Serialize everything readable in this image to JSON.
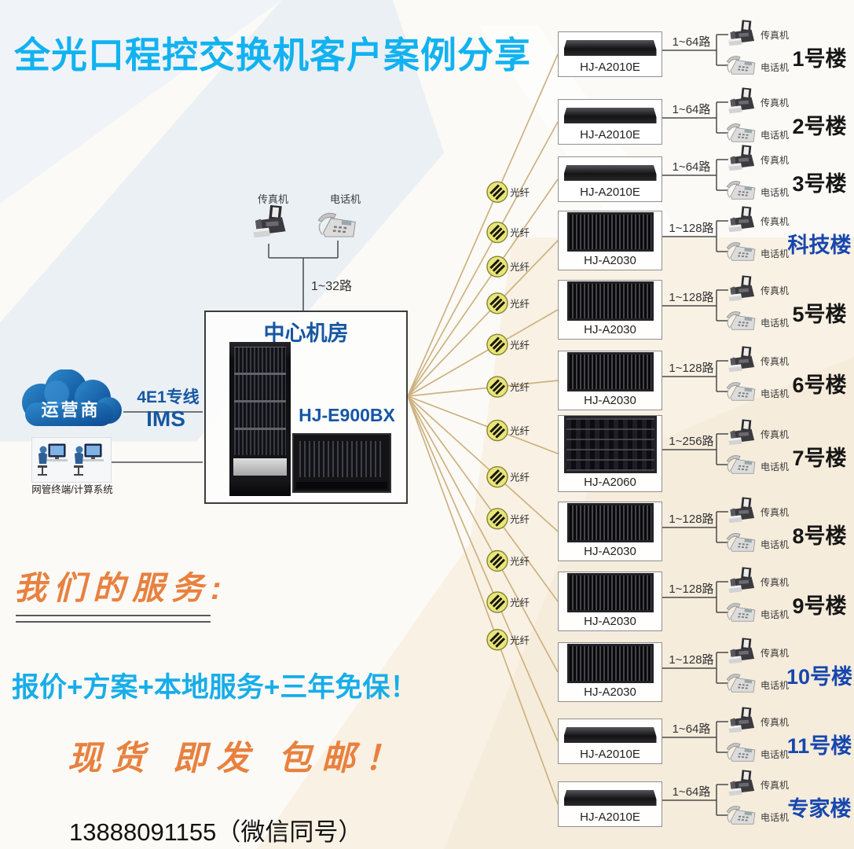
{
  "title": "全光口程控交换机客户案例分享",
  "left": {
    "cloud_label": "运营商",
    "line_label": "4E1专线",
    "ims_label": "IMS",
    "terminal_label": "网管终端/计算系统"
  },
  "center": {
    "fax_label": "传真机",
    "phone_label": "电话机",
    "capacity": "1~32路",
    "room_label": "中心机房",
    "model": "HJ-E900BX"
  },
  "fiber": {
    "label": "光纤"
  },
  "right_rows": [
    {
      "model": "HJ-A2010E",
      "capacity": "1~64路",
      "building": "1号楼",
      "fax_label": "传真机",
      "phone_label": "电话机"
    },
    {
      "model": "HJ-A2010E",
      "capacity": "1~64路",
      "building": "2号楼",
      "fax_label": "传真机",
      "phone_label": "电话机"
    },
    {
      "model": "HJ-A2010E",
      "capacity": "1~64路",
      "building": "3号楼",
      "fax_label": "传真机",
      "phone_label": "电话机"
    },
    {
      "model": "HJ-A2030",
      "capacity": "1~128路",
      "building": "科技楼",
      "fax_label": "传真机",
      "phone_label": "电话机"
    },
    {
      "model": "HJ-A2030",
      "capacity": "1~128路",
      "building": "5号楼",
      "fax_label": "传真机",
      "phone_label": "电话机"
    },
    {
      "model": "HJ-A2030",
      "capacity": "1~128路",
      "building": "6号楼",
      "fax_label": "传真机",
      "phone_label": "电话机"
    },
    {
      "model": "HJ-A2060",
      "capacity": "1~256路",
      "building": "7号楼",
      "fax_label": "传真机",
      "phone_label": "电话机"
    },
    {
      "model": "HJ-A2030",
      "capacity": "1~128路",
      "building": "8号楼",
      "fax_label": "传真机",
      "phone_label": "电话机"
    },
    {
      "model": "HJ-A2030",
      "capacity": "1~128路",
      "building": "9号楼",
      "fax_label": "传真机",
      "phone_label": "电话机"
    },
    {
      "model": "HJ-A2030",
      "capacity": "1~128路",
      "building": "10号楼",
      "fax_label": "传真机",
      "phone_label": "电话机"
    },
    {
      "model": "HJ-A2010E",
      "capacity": "1~64路",
      "building": "11号楼",
      "fax_label": "传真机",
      "phone_label": "电话机"
    },
    {
      "model": "HJ-A2010E",
      "capacity": "1~64路",
      "building": "专家楼",
      "fax_label": "传真机",
      "phone_label": "电话机"
    }
  ],
  "footer": {
    "services_heading": "我们的服务:",
    "promo": "报价+方案+本地服务+三年免保！",
    "stock": "现货 即发 包邮！",
    "phone": "13888091155（微信同号）"
  },
  "colors": {
    "accent_cyan": "#12b2f0",
    "deep_blue": "#1656a4",
    "building_blue": "#1747ae",
    "orange": "#e8813f",
    "fiber_yellow": "#e9e57a",
    "fiber_line": "#cdb27f"
  }
}
